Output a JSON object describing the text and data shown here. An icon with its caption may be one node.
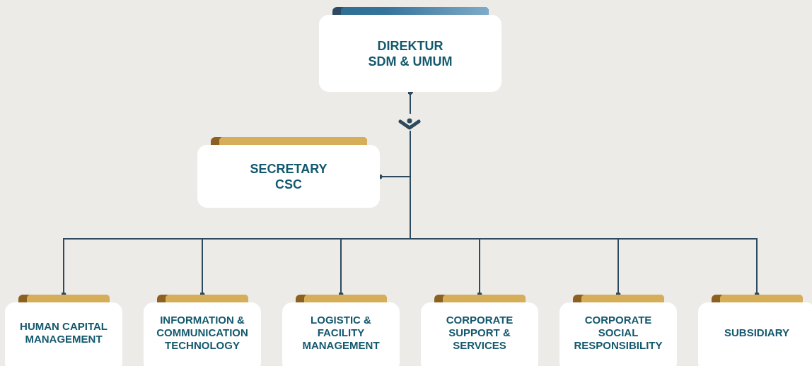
{
  "diagram": {
    "nodes": [
      {
        "text": [
          "DIREKTUR SDM & UMUM"
        ]
      },
      {
        "text": [
          "SECRETARY CSC"
        ]
      },
      {
        "text": [
          "HUMAN CAPITAL MANAGEMENT"
        ]
      },
      {
        "text": [
          "INFORMATION & COMMUNICATION TECHNOLOGY"
        ]
      },
      {
        "text": [
          "LOGISTIC & FACILITY MANAGEMENT"
        ]
      },
      {
        "text": [
          "CORPORATE SUPPORT & SERVICES"
        ]
      },
      {
        "text": [
          "CORPORATE SOCIAL RESPONSIBILITY"
        ]
      },
      {
        "text": [
          "SUBSIDIARY"
        ]
      }
    ],
    "edges": [
      {
        "from": 0,
        "to": 1,
        "arrow": "other"
      },
      {
        "from": 0,
        "to": 2,
        "arrow": "other"
      },
      {
        "from": 0,
        "to": 3,
        "arrow": "other"
      },
      {
        "from": 0,
        "to": 4,
        "arrow": "other"
      },
      {
        "from": 0,
        "to": 5,
        "arrow": "other"
      },
      {
        "from": 0,
        "to": 6,
        "arrow": "other"
      },
      {
        "from": 0,
        "to": 7,
        "arrow": "other"
      }
    ]
  }
}
